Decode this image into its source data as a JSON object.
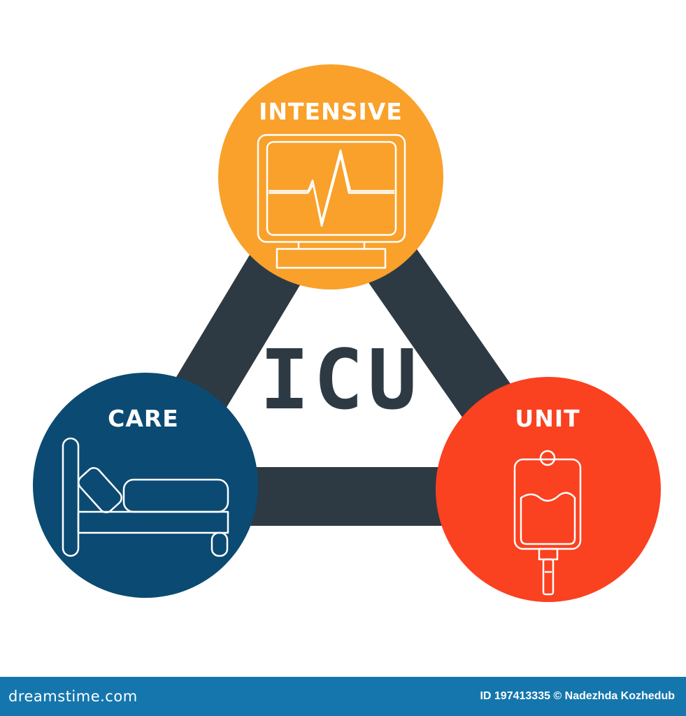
{
  "diagram": {
    "center_label": "ICU",
    "nodes": [
      {
        "id": "intensive",
        "label": "INTENSIVE",
        "icon": "heart-monitor-icon",
        "color": "#f9a12b"
      },
      {
        "id": "care",
        "label": "CARE",
        "icon": "hospital-bed-icon",
        "color": "#0b4a72"
      },
      {
        "id": "unit",
        "label": "UNIT",
        "icon": "iv-drip-bag-icon",
        "color": "#fa4120"
      }
    ],
    "connector_color": "#2d3a43"
  },
  "footer": {
    "brand": "dreamstime.com",
    "credit": "ID 197413335 © Nadezhda Kozhedub",
    "background": "#1576ad"
  }
}
